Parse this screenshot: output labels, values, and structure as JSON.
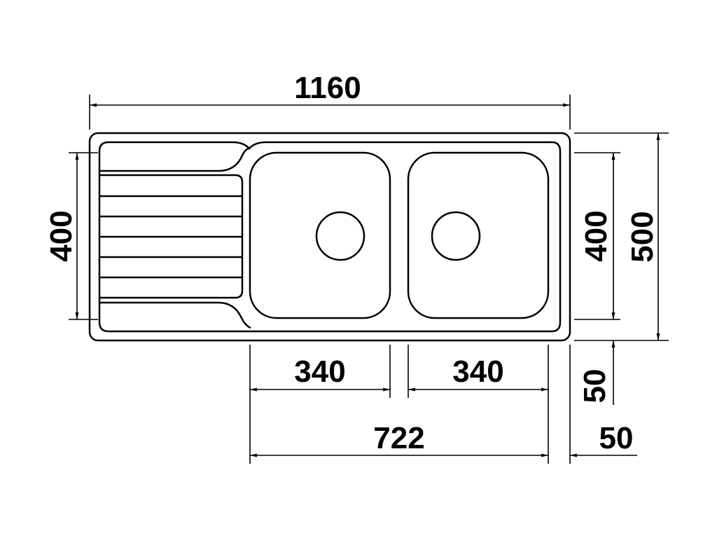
{
  "drawing": {
    "stroke_color": "#000000",
    "background_color": "#ffffff"
  },
  "dimensions": {
    "overall_width": "1160",
    "left_height": "400",
    "right_inner_height": "400",
    "overall_depth": "500",
    "bowl1_width": "340",
    "bowl2_width": "340",
    "bowls_total_width": "722",
    "right_offset": "50",
    "bottom_offset": "50"
  }
}
